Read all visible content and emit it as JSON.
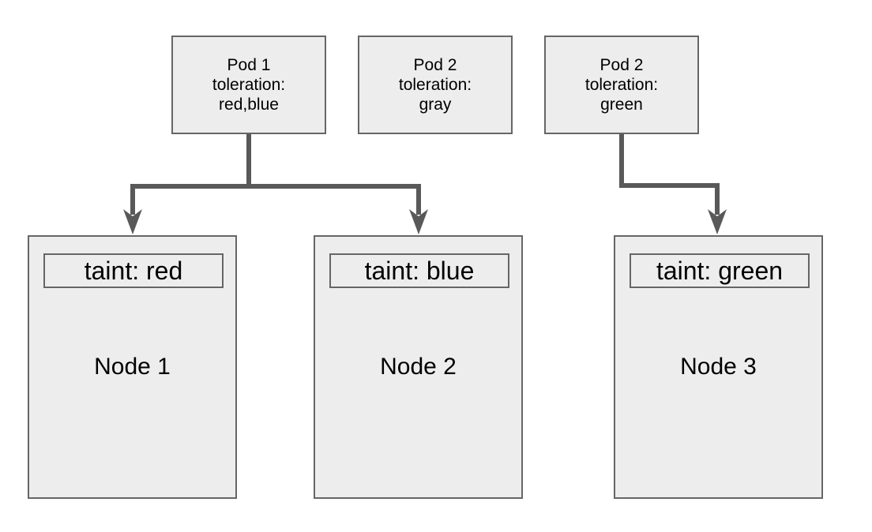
{
  "diagram": {
    "pods": [
      {
        "title": "Pod 1",
        "toleration_label": "toleration:",
        "toleration_value": "red,blue"
      },
      {
        "title": "Pod 2",
        "toleration_label": "toleration:",
        "toleration_value": "gray"
      },
      {
        "title": "Pod 2",
        "toleration_label": "toleration:",
        "toleration_value": "green"
      }
    ],
    "nodes": [
      {
        "taint": "taint: red",
        "label": "Node 1"
      },
      {
        "taint": "taint: blue",
        "label": "Node 2"
      },
      {
        "taint": "taint: green",
        "label": "Node 3"
      }
    ],
    "edges": [
      {
        "from": "Pod 1 (toleration: red,blue)",
        "to": "Node 1 (taint: red)"
      },
      {
        "from": "Pod 1 (toleration: red,blue)",
        "to": "Node 2 (taint: blue)"
      },
      {
        "from": "Pod 2 (toleration: green)",
        "to": "Node 3 (taint: green)"
      }
    ],
    "colors": {
      "background": "#ffffff",
      "box_fill": "#ededed",
      "box_border": "#666666",
      "arrow": "#595959",
      "text": "#000000"
    }
  }
}
